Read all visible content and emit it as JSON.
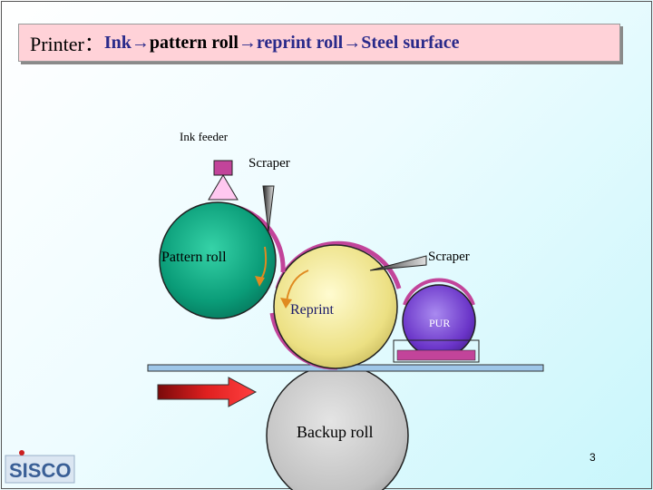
{
  "title": {
    "prefix": "Printer：",
    "seq_ink": "Ink→ ",
    "seq_pattern": "pattern roll",
    "seq_rest": "→reprint roll→Steel surface"
  },
  "labels": {
    "ink_feeder": "Ink feeder",
    "scraper_top": "Scraper",
    "scraper_right": "Scraper",
    "pattern_roll": "Pattern roll",
    "reprint": "Reprint",
    "pur": "PUR",
    "backup_roll": "Backup roll"
  },
  "page_number": "3",
  "logo_text": "SISCO",
  "colors": {
    "pattern_roll": "#0fa37e",
    "reprint_roll": "#eee08a",
    "pur_roll": "#7a3fd4",
    "backup_roll": "#c7c7c7",
    "ink": "#c2449a",
    "steel": "#9ec6e8",
    "arrow": "#cc2020"
  }
}
